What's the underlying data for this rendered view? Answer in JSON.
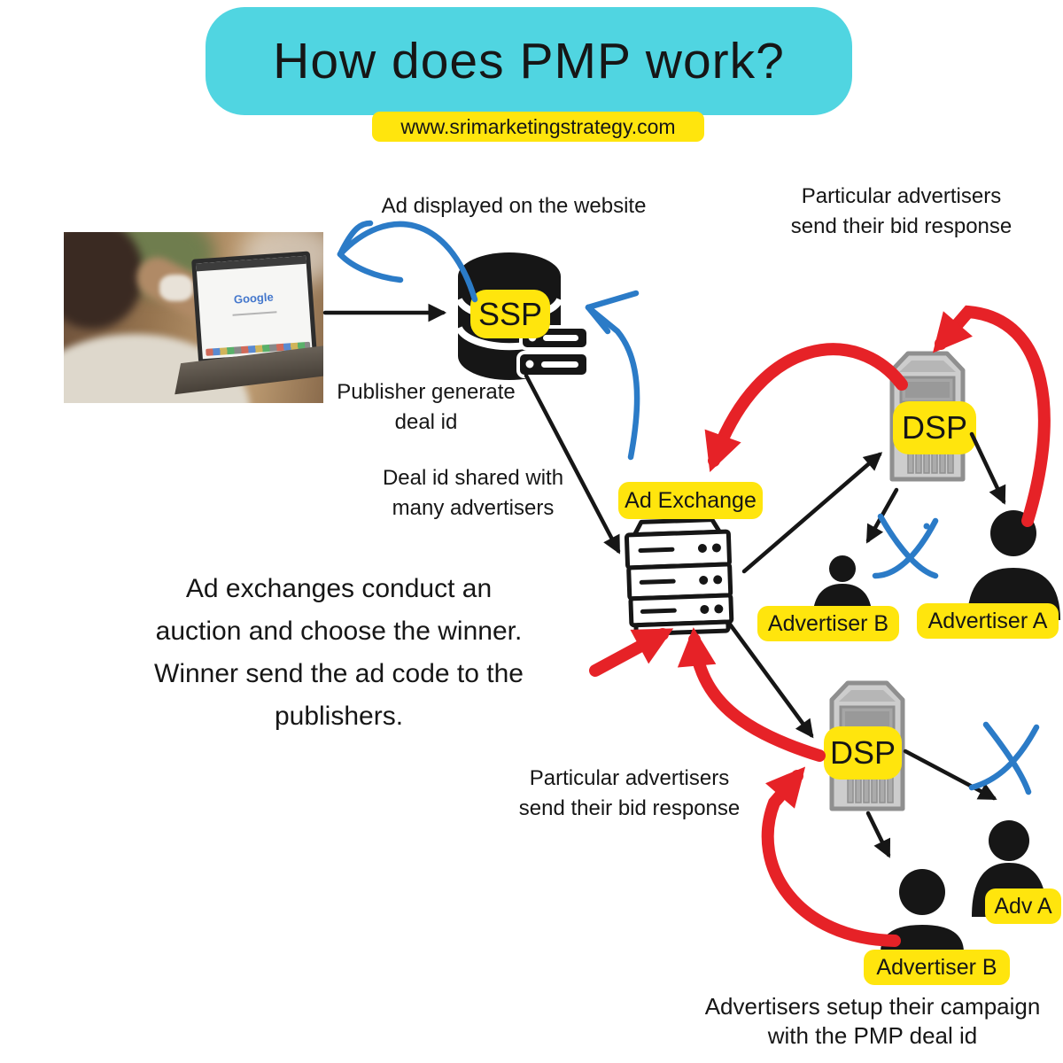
{
  "header": {
    "title": "How does PMP work?",
    "website": "www.srimarketingstrategy.com"
  },
  "colors": {
    "cyan": "#50d5e1",
    "yellow": "#ffe50d",
    "red": "#e62227",
    "blue": "#2b7bc7",
    "ink": "#161616"
  },
  "photo": {
    "screen_text": "Google"
  },
  "nodes": {
    "ssp": {
      "label": "SSP"
    },
    "ad_exchange": {
      "label": "Ad Exchange"
    },
    "dsp_top": {
      "label": "DSP"
    },
    "dsp_bottom": {
      "label": "DSP"
    },
    "advertiser_b_top": {
      "label": "Advertiser B"
    },
    "advertiser_a_top": {
      "label": "Advertiser A"
    },
    "adv_a_bottom": {
      "label": "Adv A"
    },
    "advertiser_b_bottom": {
      "label": "Advertiser B"
    }
  },
  "annotations": {
    "ad_displayed": "Ad displayed on the website",
    "bid_response_top": "Particular advertisers\nsend their bid response",
    "publisher_deal_id": "Publisher generate\ndeal id",
    "deal_id_shared": "Deal id shared with\nmany advertisers",
    "auction_note": "Ad exchanges conduct an\nauction and choose the winner.\nWinner send the ad code to the\npublishers.",
    "bid_response_mid": "Particular advertisers\nsend their bid response",
    "campaign_setup": "Advertisers setup their campaign\nwith the PMP deal id"
  }
}
